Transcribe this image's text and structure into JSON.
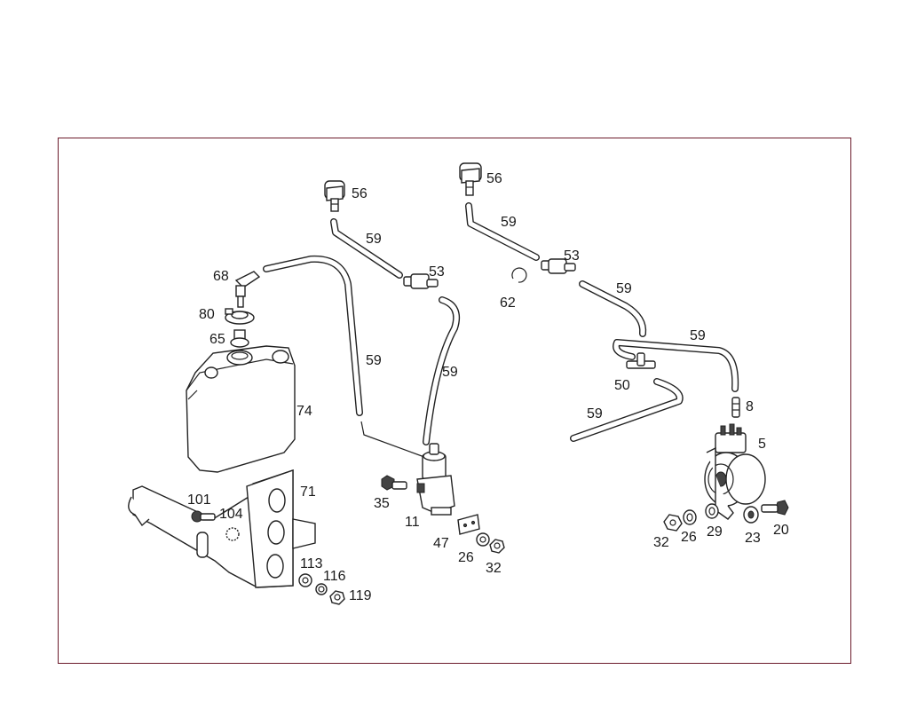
{
  "labels": {
    "l56a": "56",
    "l56b": "56",
    "l59a": "59",
    "l59b": "59",
    "l59c": "59",
    "l59d": "59",
    "l59e": "59",
    "l59f": "59",
    "l59g": "59",
    "l53a": "53",
    "l53b": "53",
    "l68": "68",
    "l80": "80",
    "l65": "65",
    "l74": "74",
    "l71": "71",
    "l62": "62",
    "l50": "50",
    "l8": "8",
    "l5": "5",
    "l101": "101",
    "l104": "104",
    "l113": "113",
    "l116": "116",
    "l119": "119",
    "l35": "35",
    "l11": "11",
    "l47": "47",
    "l26a": "26",
    "l32a": "32",
    "l32b": "32",
    "l26b": "26",
    "l29": "29",
    "l23": "23",
    "l20": "20"
  }
}
